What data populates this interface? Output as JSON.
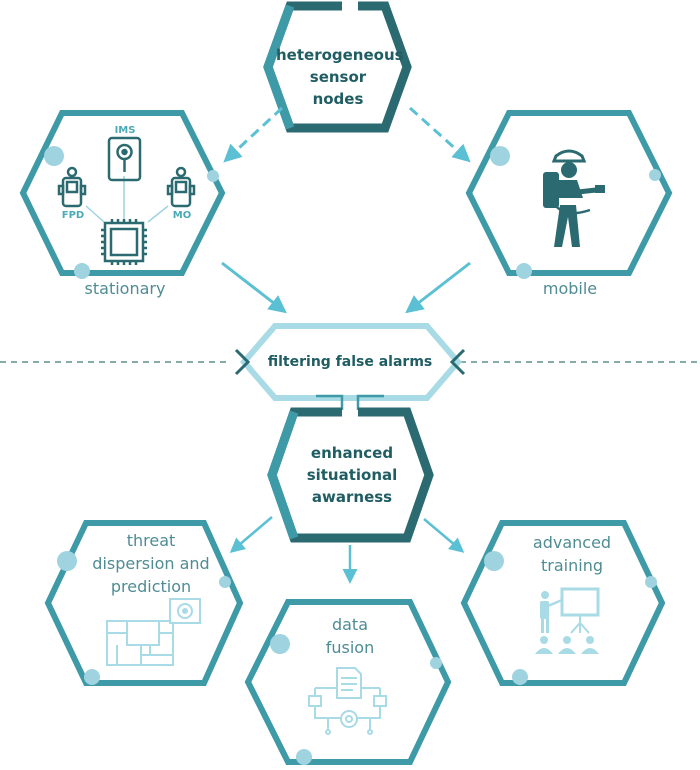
{
  "nodes": {
    "heterogeneous": {
      "label_line1": "heterogeneous",
      "label_line2": "sensor",
      "label_line3": "nodes"
    },
    "stationary": {
      "label": "stationary",
      "sensors": {
        "ims": "IMS",
        "fpd": "FPD",
        "mo": "MO"
      }
    },
    "mobile": {
      "label": "mobile"
    },
    "filtering": {
      "label": "filtering false alarms"
    },
    "situational": {
      "label_line1": "enhanced",
      "label_line2": "situational",
      "label_line3": "awarness"
    },
    "threat": {
      "label_line1": "threat",
      "label_line2": "dispersion and",
      "label_line3": "prediction"
    },
    "data_fusion": {
      "label_line1": "data",
      "label_line2": "fusion"
    },
    "training": {
      "label_line1": "advanced",
      "label_line2": "training"
    }
  },
  "colors": {
    "dark_teal": "#2a6a70",
    "medium_teal": "#3f9aa8",
    "light_blue": "#5bc0d4",
    "pale_blue": "#a9dbe6",
    "dot_blue": "#9fd3df",
    "divider": "#5f8f8c"
  },
  "icons": [
    "processor-chip-icon",
    "sensor-device-icon",
    "firefighter-icon",
    "city-map-icon",
    "document-gear-icon",
    "teacher-board-icon"
  ]
}
